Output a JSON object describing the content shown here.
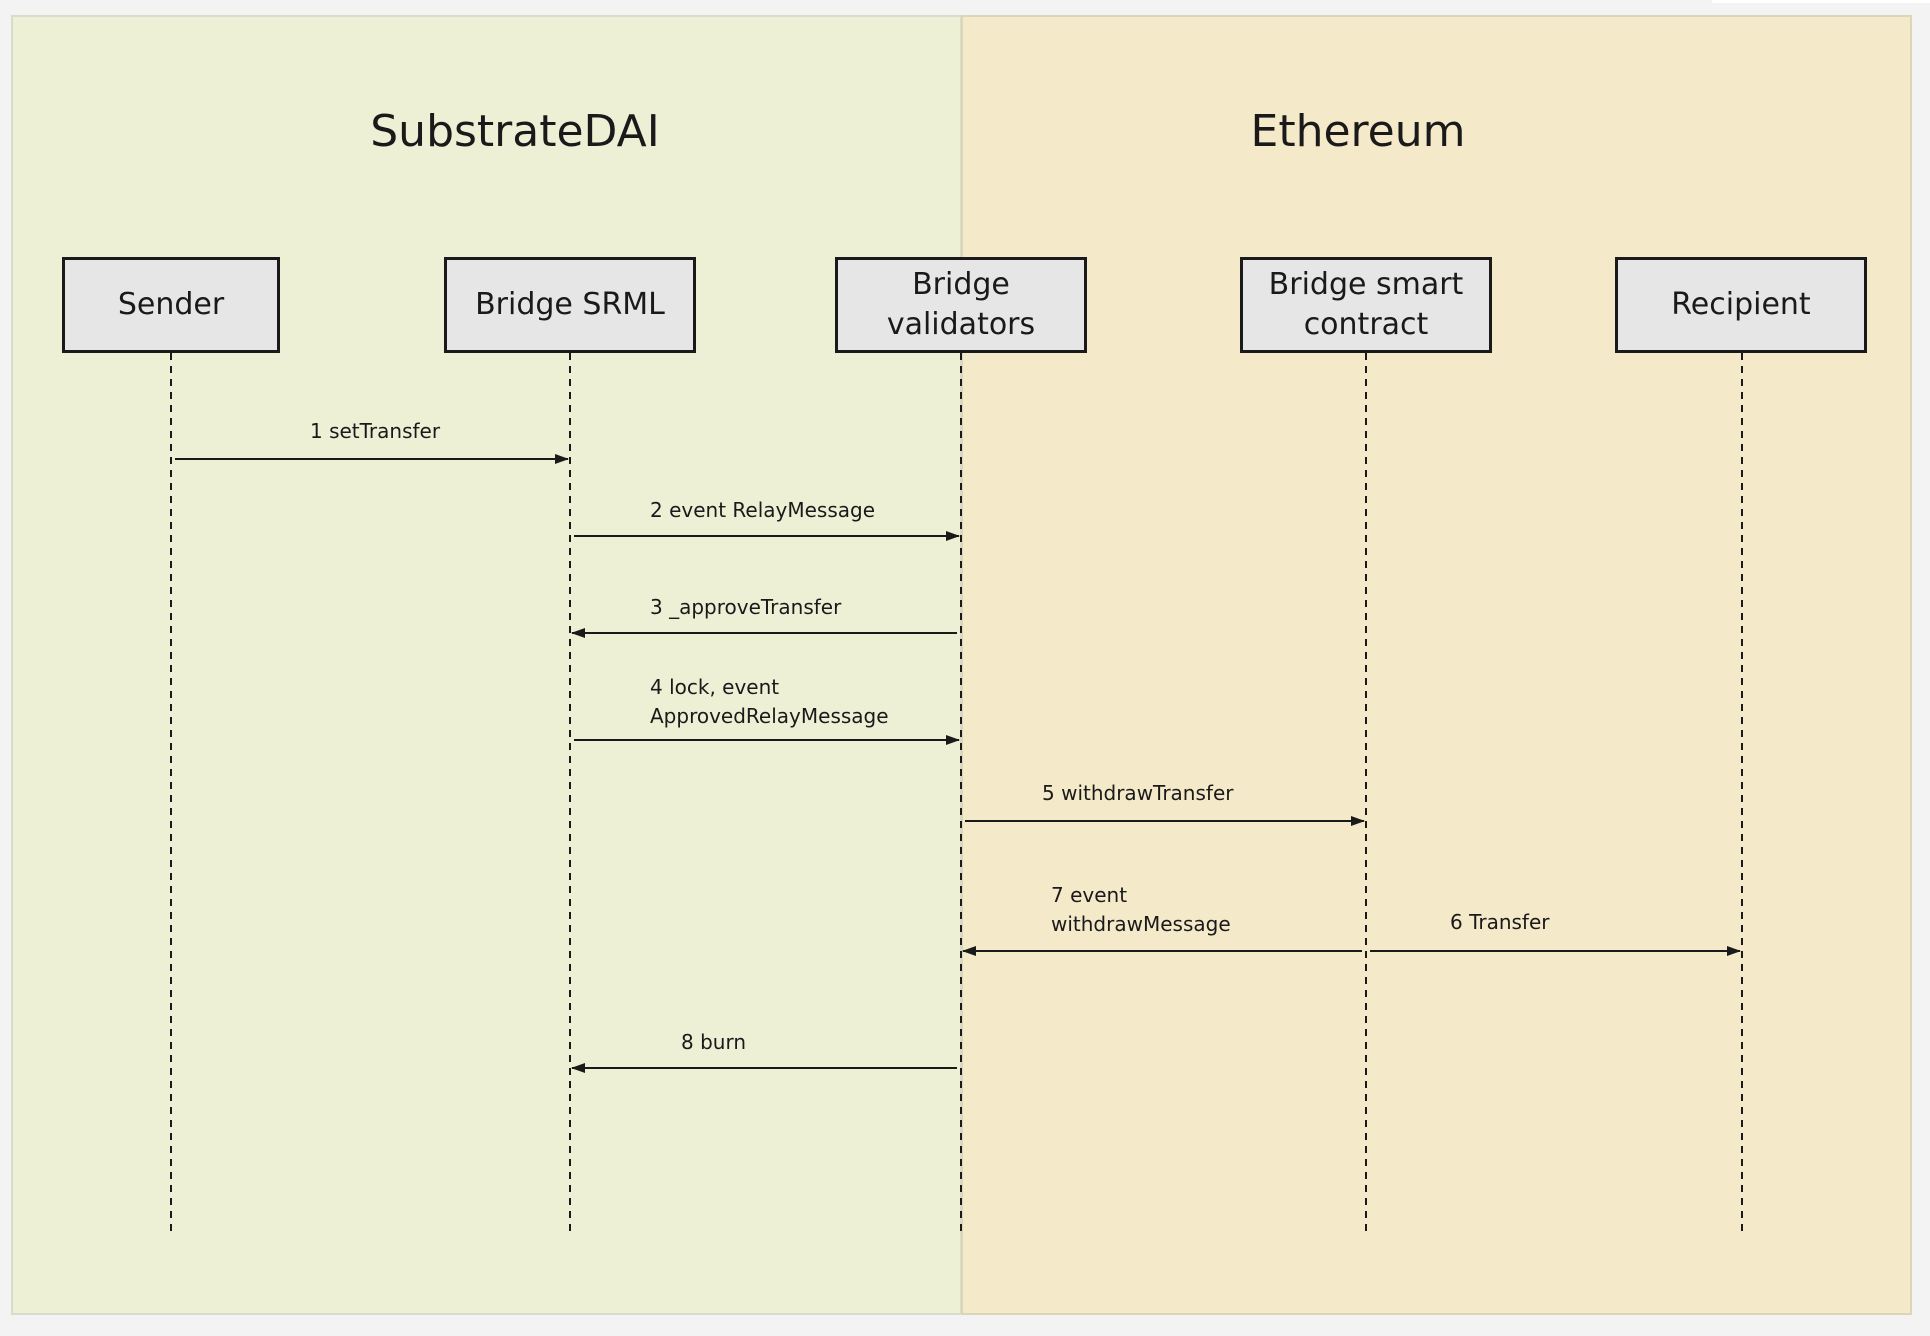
{
  "lanes": {
    "left_title": "SubstrateDAI",
    "right_title": "Ethereum",
    "left_color": "#eef0d5",
    "right_color": "#f4e9c8"
  },
  "participants": [
    {
      "id": "sender",
      "label": "Sender"
    },
    {
      "id": "bridge-srml",
      "label": "Bridge SRML"
    },
    {
      "id": "bridge-validators",
      "label": "Bridge validators"
    },
    {
      "id": "bridge-smart-contract",
      "label": "Bridge smart contract"
    },
    {
      "id": "recipient",
      "label": "Recipient"
    }
  ],
  "messages": [
    {
      "from": "sender",
      "to": "bridge-srml",
      "label_lines": [
        "1 setTransfer"
      ]
    },
    {
      "from": "bridge-srml",
      "to": "bridge-validators",
      "label_lines": [
        "2 event RelayMessage"
      ]
    },
    {
      "from": "bridge-validators",
      "to": "bridge-srml",
      "label_lines": [
        "3 _approveTransfer"
      ]
    },
    {
      "from": "bridge-srml",
      "to": "bridge-validators",
      "label_lines": [
        "4 lock, event",
        "ApprovedRelayMessage"
      ]
    },
    {
      "from": "bridge-validators",
      "to": "bridge-smart-contract",
      "label_lines": [
        "5 withdrawTransfer"
      ]
    },
    {
      "from": "bridge-smart-contract",
      "to": "recipient",
      "label_lines": [
        "6 Transfer"
      ]
    },
    {
      "from": "bridge-smart-contract",
      "to": "bridge-validators",
      "label_lines": [
        "7 event",
        "withdrawMessage"
      ]
    },
    {
      "from": "bridge-validators",
      "to": "bridge-srml",
      "label_lines": [
        "8 burn"
      ]
    }
  ]
}
